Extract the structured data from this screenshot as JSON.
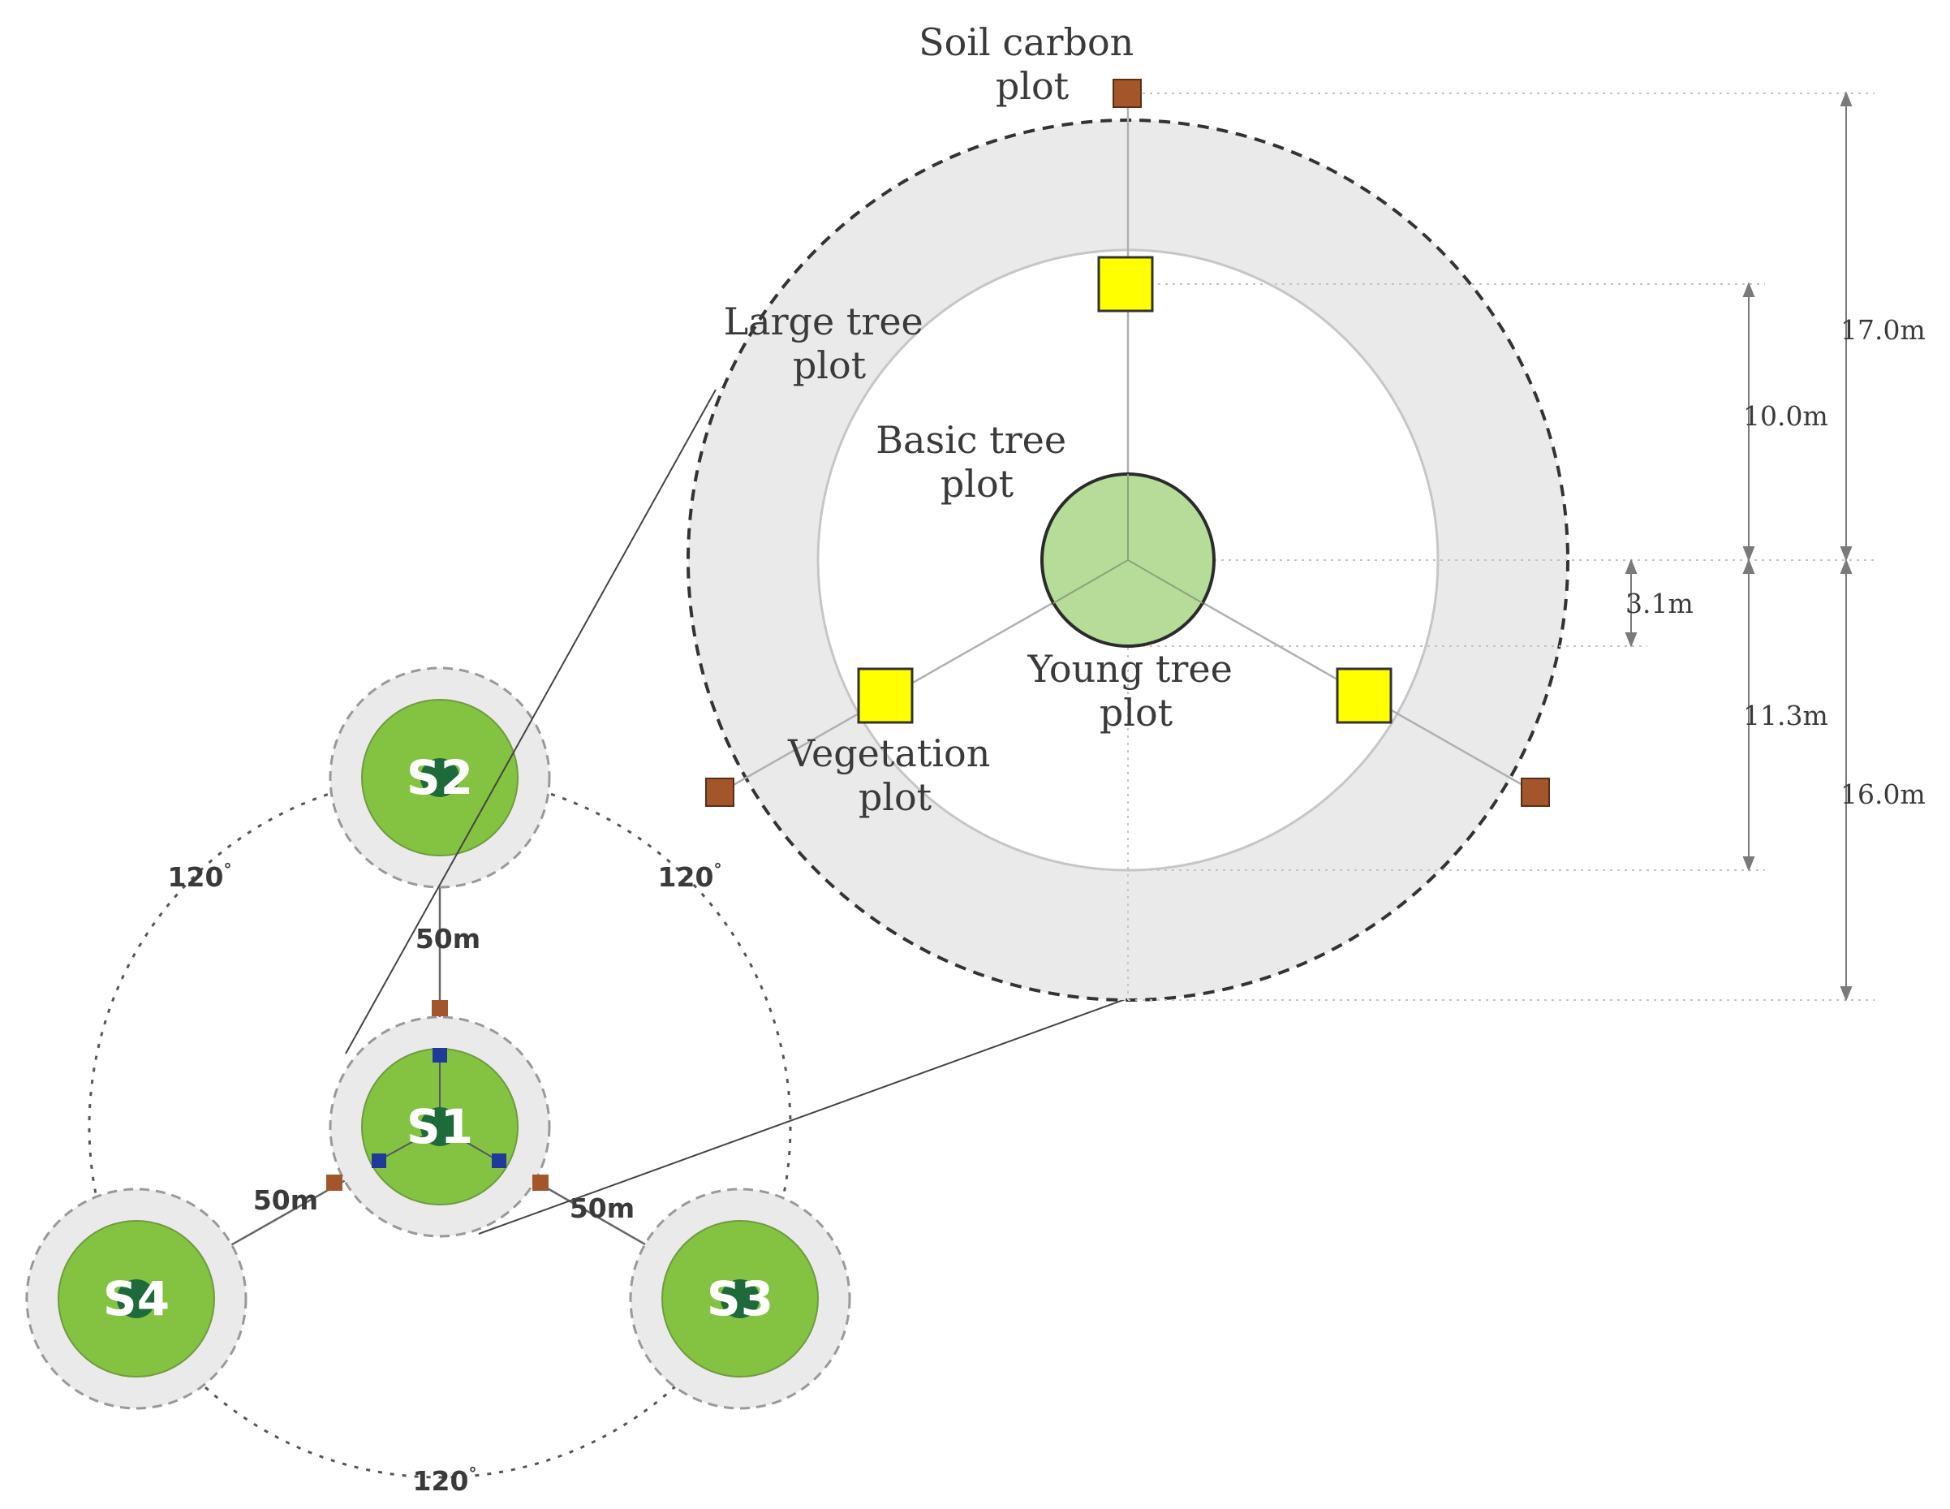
{
  "labels": {
    "soil_carbon_plot": [
      "Soil carbon",
      "plot"
    ],
    "large_tree_plot": [
      "Large tree",
      "plot"
    ],
    "basic_tree_plot": [
      "Basic tree",
      "plot"
    ],
    "young_tree_plot": [
      "Young tree",
      "plot"
    ],
    "vegetation_plot": [
      "Vegetation",
      "plot"
    ]
  },
  "dimensions": {
    "outer_top": "17.0m",
    "basic_radius": "10.0m",
    "young_radius": "3.1m",
    "basic_bottom": "11.3m",
    "outer_bottom": "16.0m"
  },
  "cluster": {
    "subplots": [
      "S1",
      "S2",
      "S3",
      "S4"
    ],
    "distance": "50m",
    "angle": "120",
    "angle_unit": "°"
  },
  "colors": {
    "ring_fill": "#eaeaea",
    "basic_fill": "#ffffff",
    "young_fill": "#b5dc98",
    "young_stroke": "#2b2b2b",
    "vegetation_fill": "#ffff00",
    "soil_fill": "#a3562a",
    "subplot_fill": "#83c341",
    "subplot_center": "#1e6a3a",
    "subplot_marker": "#1f3a99"
  }
}
